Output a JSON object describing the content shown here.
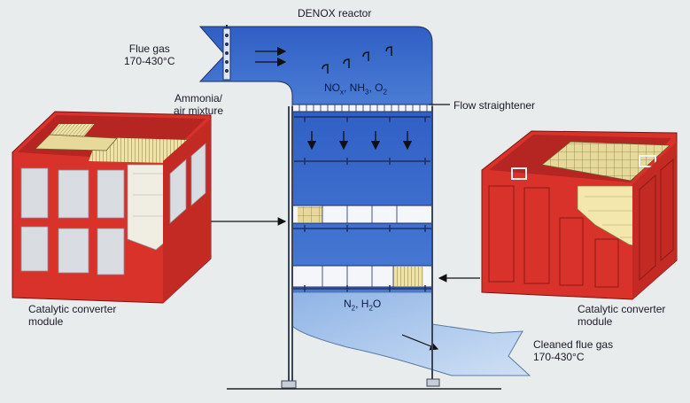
{
  "diagram": {
    "title": "DENOX reactor",
    "inlet": {
      "line1": "Flue gas",
      "line2": "170-430°C"
    },
    "ammonia": {
      "line1": "Ammonia/",
      "line2": "air mixture"
    },
    "flow_straightener": "Flow straightener",
    "gas_top": {
      "no": "NO",
      "no_sub": "x",
      "nh": "NH",
      "nh_sub": "3",
      "o": "O",
      "o_sub": "2"
    },
    "gas_bottom": {
      "n": "N",
      "n_sub": "2",
      "h": "H",
      "h_sub": "2",
      "o": "O"
    },
    "outlet": {
      "line1": "Cleaned flue gas",
      "line2": "170-430°C"
    },
    "module_left": {
      "line1": "Catalytic converter",
      "line2": "module"
    },
    "module_right": {
      "line1": "Catalytic converter",
      "line2": "module"
    }
  },
  "colors": {
    "background": "#e9ecec",
    "gas_blue": "#3b6cc8",
    "gas_blue_light": "#7aa2e0",
    "clean_gas": "#b9d2ee",
    "module_red": "#d8322b",
    "module_red_dark": "#a61f1c",
    "catalyst_yellow": "#e9dc9c"
  }
}
